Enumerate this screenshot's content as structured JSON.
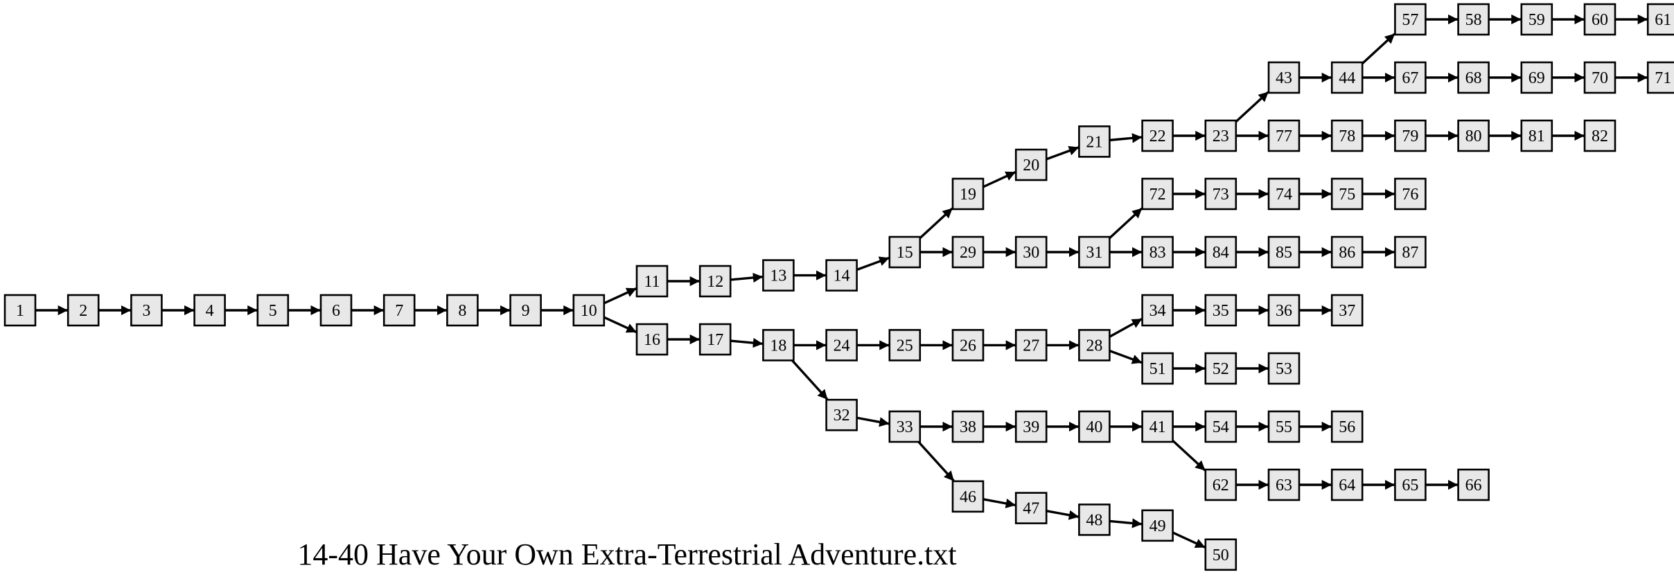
{
  "title": "14-40 Have Your Own Extra-Terrestrial Adventure.txt",
  "graph": {
    "nodes": [
      {
        "id": "1",
        "col": 0,
        "row": 5
      },
      {
        "id": "2",
        "col": 1,
        "row": 5
      },
      {
        "id": "3",
        "col": 2,
        "row": 5
      },
      {
        "id": "4",
        "col": 3,
        "row": 5
      },
      {
        "id": "5",
        "col": 4,
        "row": 5
      },
      {
        "id": "6",
        "col": 5,
        "row": 5
      },
      {
        "id": "7",
        "col": 6,
        "row": 5
      },
      {
        "id": "8",
        "col": 7,
        "row": 5
      },
      {
        "id": "9",
        "col": 8,
        "row": 5
      },
      {
        "id": "10",
        "col": 9,
        "row": 5
      },
      {
        "id": "11",
        "col": 10,
        "row": 4.5
      },
      {
        "id": "12",
        "col": 11,
        "row": 4.5
      },
      {
        "id": "13",
        "col": 12,
        "row": 4.4
      },
      {
        "id": "14",
        "col": 13,
        "row": 4.4
      },
      {
        "id": "15",
        "col": 14,
        "row": 4
      },
      {
        "id": "19",
        "col": 15,
        "row": 3
      },
      {
        "id": "20",
        "col": 16,
        "row": 2.5
      },
      {
        "id": "21",
        "col": 17,
        "row": 2.1
      },
      {
        "id": "22",
        "col": 18,
        "row": 2
      },
      {
        "id": "23",
        "col": 19,
        "row": 2
      },
      {
        "id": "43",
        "col": 20,
        "row": 1
      },
      {
        "id": "44",
        "col": 21,
        "row": 1
      },
      {
        "id": "57",
        "col": 22,
        "row": 0
      },
      {
        "id": "58",
        "col": 23,
        "row": 0
      },
      {
        "id": "59",
        "col": 24,
        "row": 0
      },
      {
        "id": "60",
        "col": 25,
        "row": 0
      },
      {
        "id": "61",
        "col": 26,
        "row": 0
      },
      {
        "id": "67",
        "col": 22,
        "row": 1
      },
      {
        "id": "68",
        "col": 23,
        "row": 1
      },
      {
        "id": "69",
        "col": 24,
        "row": 1
      },
      {
        "id": "70",
        "col": 25,
        "row": 1
      },
      {
        "id": "71",
        "col": 26,
        "row": 1
      },
      {
        "id": "77",
        "col": 20,
        "row": 2
      },
      {
        "id": "78",
        "col": 21,
        "row": 2
      },
      {
        "id": "79",
        "col": 22,
        "row": 2
      },
      {
        "id": "80",
        "col": 23,
        "row": 2
      },
      {
        "id": "81",
        "col": 24,
        "row": 2
      },
      {
        "id": "82",
        "col": 25,
        "row": 2
      },
      {
        "id": "29",
        "col": 15,
        "row": 4
      },
      {
        "id": "30",
        "col": 16,
        "row": 4
      },
      {
        "id": "31",
        "col": 17,
        "row": 4
      },
      {
        "id": "72",
        "col": 18,
        "row": 3
      },
      {
        "id": "73",
        "col": 19,
        "row": 3
      },
      {
        "id": "74",
        "col": 20,
        "row": 3
      },
      {
        "id": "75",
        "col": 21,
        "row": 3
      },
      {
        "id": "76",
        "col": 22,
        "row": 3
      },
      {
        "id": "83",
        "col": 18,
        "row": 4
      },
      {
        "id": "84",
        "col": 19,
        "row": 4
      },
      {
        "id": "85",
        "col": 20,
        "row": 4
      },
      {
        "id": "86",
        "col": 21,
        "row": 4
      },
      {
        "id": "87",
        "col": 22,
        "row": 4
      },
      {
        "id": "16",
        "col": 10,
        "row": 5.5
      },
      {
        "id": "17",
        "col": 11,
        "row": 5.5
      },
      {
        "id": "18",
        "col": 12,
        "row": 5.6
      },
      {
        "id": "24",
        "col": 13,
        "row": 5.6
      },
      {
        "id": "25",
        "col": 14,
        "row": 5.6
      },
      {
        "id": "26",
        "col": 15,
        "row": 5.6
      },
      {
        "id": "27",
        "col": 16,
        "row": 5.6
      },
      {
        "id": "28",
        "col": 17,
        "row": 5.6
      },
      {
        "id": "34",
        "col": 18,
        "row": 5
      },
      {
        "id": "35",
        "col": 19,
        "row": 5
      },
      {
        "id": "36",
        "col": 20,
        "row": 5
      },
      {
        "id": "37",
        "col": 21,
        "row": 5
      },
      {
        "id": "51",
        "col": 18,
        "row": 6
      },
      {
        "id": "52",
        "col": 19,
        "row": 6
      },
      {
        "id": "53",
        "col": 20,
        "row": 6
      },
      {
        "id": "32",
        "col": 13,
        "row": 6.8
      },
      {
        "id": "33",
        "col": 14,
        "row": 7
      },
      {
        "id": "38",
        "col": 15,
        "row": 7
      },
      {
        "id": "39",
        "col": 16,
        "row": 7
      },
      {
        "id": "40",
        "col": 17,
        "row": 7
      },
      {
        "id": "41",
        "col": 18,
        "row": 7
      },
      {
        "id": "54",
        "col": 19,
        "row": 7
      },
      {
        "id": "55",
        "col": 20,
        "row": 7
      },
      {
        "id": "56",
        "col": 21,
        "row": 7
      },
      {
        "id": "62",
        "col": 19,
        "row": 8
      },
      {
        "id": "63",
        "col": 20,
        "row": 8
      },
      {
        "id": "64",
        "col": 21,
        "row": 8
      },
      {
        "id": "65",
        "col": 22,
        "row": 8
      },
      {
        "id": "66",
        "col": 23,
        "row": 8
      },
      {
        "id": "46",
        "col": 15,
        "row": 8.2
      },
      {
        "id": "47",
        "col": 16,
        "row": 8.4
      },
      {
        "id": "48",
        "col": 17,
        "row": 8.6
      },
      {
        "id": "49",
        "col": 18,
        "row": 8.7
      },
      {
        "id": "50",
        "col": 19,
        "row": 9.2
      }
    ],
    "edges": [
      [
        "1",
        "2"
      ],
      [
        "2",
        "3"
      ],
      [
        "3",
        "4"
      ],
      [
        "4",
        "5"
      ],
      [
        "5",
        "6"
      ],
      [
        "6",
        "7"
      ],
      [
        "7",
        "8"
      ],
      [
        "8",
        "9"
      ],
      [
        "9",
        "10"
      ],
      [
        "10",
        "11"
      ],
      [
        "10",
        "16"
      ],
      [
        "11",
        "12"
      ],
      [
        "12",
        "13"
      ],
      [
        "13",
        "14"
      ],
      [
        "14",
        "15"
      ],
      [
        "15",
        "19"
      ],
      [
        "15",
        "29"
      ],
      [
        "19",
        "20"
      ],
      [
        "20",
        "21"
      ],
      [
        "21",
        "22"
      ],
      [
        "22",
        "23"
      ],
      [
        "23",
        "43"
      ],
      [
        "23",
        "77"
      ],
      [
        "43",
        "44"
      ],
      [
        "44",
        "57"
      ],
      [
        "44",
        "67"
      ],
      [
        "57",
        "58"
      ],
      [
        "58",
        "59"
      ],
      [
        "59",
        "60"
      ],
      [
        "60",
        "61"
      ],
      [
        "67",
        "68"
      ],
      [
        "68",
        "69"
      ],
      [
        "69",
        "70"
      ],
      [
        "70",
        "71"
      ],
      [
        "77",
        "78"
      ],
      [
        "78",
        "79"
      ],
      [
        "79",
        "80"
      ],
      [
        "80",
        "81"
      ],
      [
        "81",
        "82"
      ],
      [
        "29",
        "30"
      ],
      [
        "30",
        "31"
      ],
      [
        "31",
        "72"
      ],
      [
        "31",
        "83"
      ],
      [
        "72",
        "73"
      ],
      [
        "73",
        "74"
      ],
      [
        "74",
        "75"
      ],
      [
        "75",
        "76"
      ],
      [
        "83",
        "84"
      ],
      [
        "84",
        "85"
      ],
      [
        "85",
        "86"
      ],
      [
        "86",
        "87"
      ],
      [
        "16",
        "17"
      ],
      [
        "17",
        "18"
      ],
      [
        "18",
        "24"
      ],
      [
        "18",
        "32"
      ],
      [
        "24",
        "25"
      ],
      [
        "25",
        "26"
      ],
      [
        "26",
        "27"
      ],
      [
        "27",
        "28"
      ],
      [
        "28",
        "34"
      ],
      [
        "28",
        "51"
      ],
      [
        "34",
        "35"
      ],
      [
        "35",
        "36"
      ],
      [
        "36",
        "37"
      ],
      [
        "51",
        "52"
      ],
      [
        "52",
        "53"
      ],
      [
        "32",
        "33"
      ],
      [
        "33",
        "38"
      ],
      [
        "33",
        "46"
      ],
      [
        "38",
        "39"
      ],
      [
        "39",
        "40"
      ],
      [
        "40",
        "41"
      ],
      [
        "41",
        "54"
      ],
      [
        "41",
        "62"
      ],
      [
        "54",
        "55"
      ],
      [
        "55",
        "56"
      ],
      [
        "62",
        "63"
      ],
      [
        "63",
        "64"
      ],
      [
        "64",
        "65"
      ],
      [
        "65",
        "66"
      ],
      [
        "46",
        "47"
      ],
      [
        "47",
        "48"
      ],
      [
        "48",
        "49"
      ],
      [
        "49",
        "50"
      ]
    ]
  }
}
